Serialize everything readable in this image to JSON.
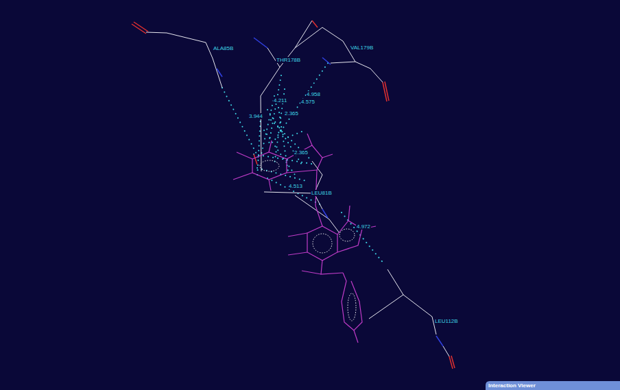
{
  "diagram": {
    "labels": [
      "ALA85B",
      "THR178B",
      "VAL179B",
      "4.958",
      "4.575",
      "4.211",
      "2.365",
      "3.944",
      "2.365",
      "4.513",
      "LEU81B",
      "4.972",
      "LEU112B",
      "Interaction Viewer"
    ]
  }
}
